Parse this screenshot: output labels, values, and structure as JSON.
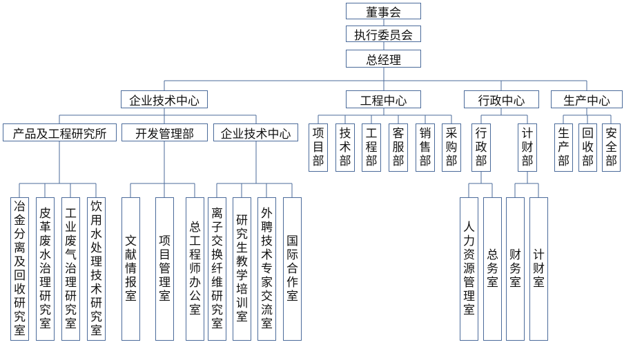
{
  "root": {
    "board": "董事会",
    "exec_committee": "执行委员会",
    "gm": "总经理"
  },
  "centers": {
    "tech": "企业技术中心",
    "engineering": "工程中心",
    "admin": "行政中心",
    "production": "生产中心"
  },
  "tech_subs": {
    "products": "产品及工程研究所",
    "dev_mgmt": "开发管理部",
    "tech_center": "企业技术中心"
  },
  "eng_depts": [
    "项目部",
    "技术部",
    "工程部",
    "客服部",
    "销售部",
    "采购部"
  ],
  "admin_depts": [
    "行政部",
    "计财部"
  ],
  "prod_depts": [
    "生产部",
    "回收部",
    "安全部"
  ],
  "products_offices": [
    "冶金分离及回收研究室",
    "皮革废水治理研究室",
    "工业废气治理研究室",
    "饮用水处理技术研究室"
  ],
  "dev_offices": [
    "文献情报室",
    "项目管理室",
    "总工程师办公室"
  ],
  "techcenter_offices": [
    "离子交换纤维研究室",
    "研究生教学培训室",
    "外聘技术专家交流室",
    "国际合作室"
  ],
  "hr_offices": [
    "人力资源管理室",
    "总务室"
  ],
  "finance_offices": [
    "财务室",
    "计财室"
  ]
}
